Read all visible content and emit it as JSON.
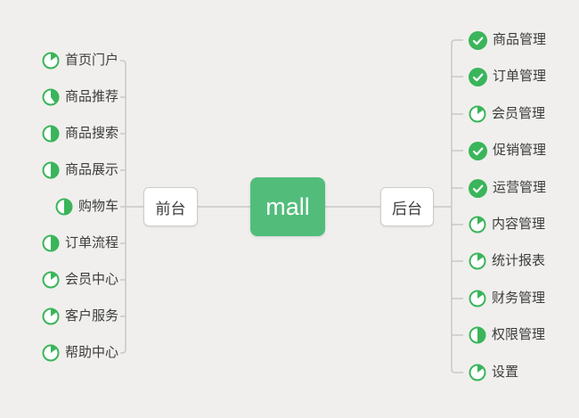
{
  "root": {
    "label": "mall",
    "color": "#52bd7b",
    "text_color": "#ffffff"
  },
  "branches": {
    "frontend": {
      "label": "前台"
    },
    "backend": {
      "label": "后台"
    }
  },
  "left": {
    "items": [
      {
        "label": "首页门户",
        "icon": "progress-pie-icon",
        "progress": 0.15
      },
      {
        "label": "商品推荐",
        "icon": "progress-pie-icon",
        "progress": 0.4
      },
      {
        "label": "商品搜索",
        "icon": "progress-pie-icon",
        "progress": 0.5
      },
      {
        "label": "商品展示",
        "icon": "progress-pie-icon",
        "progress": 0.5
      },
      {
        "label": "购物车",
        "icon": "progress-pie-icon",
        "progress": 0.5
      },
      {
        "label": "订单流程",
        "icon": "progress-pie-icon",
        "progress": 0.5
      },
      {
        "label": "会员中心",
        "icon": "progress-pie-icon",
        "progress": 0.15
      },
      {
        "label": "客户服务",
        "icon": "progress-pie-icon",
        "progress": 0.15
      },
      {
        "label": "帮助中心",
        "icon": "progress-pie-icon",
        "progress": 0.15
      }
    ]
  },
  "right": {
    "items": [
      {
        "label": "商品管理",
        "icon": "check-circle-icon",
        "progress": "done"
      },
      {
        "label": "订单管理",
        "icon": "check-circle-icon",
        "progress": "done"
      },
      {
        "label": "会员管理",
        "icon": "progress-pie-icon",
        "progress": 0.15
      },
      {
        "label": "促销管理",
        "icon": "check-circle-icon",
        "progress": "done"
      },
      {
        "label": "运营管理",
        "icon": "check-circle-icon",
        "progress": "done"
      },
      {
        "label": "内容管理",
        "icon": "progress-pie-icon",
        "progress": 0.15
      },
      {
        "label": "统计报表",
        "icon": "progress-pie-icon",
        "progress": 0.15
      },
      {
        "label": "财务管理",
        "icon": "progress-pie-icon",
        "progress": 0.15
      },
      {
        "label": "权限管理",
        "icon": "progress-pie-icon",
        "progress": 0.5
      },
      {
        "label": "设置",
        "icon": "progress-pie-icon",
        "progress": 0.15
      }
    ]
  },
  "colors": {
    "icon_green": "#3ab55b",
    "node_green": "#52bd7b",
    "line": "#c8c8c8",
    "background": "#f0efed",
    "item_text": "#3c3c3c"
  }
}
